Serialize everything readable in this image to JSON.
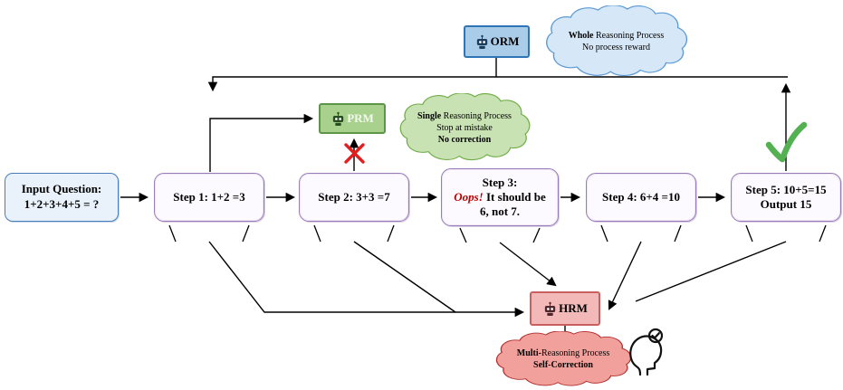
{
  "colors": {
    "orm_blue": "#2e75b6",
    "orm_fill": "#a9cde9",
    "cloud_blue_fill": "#d6e7f7",
    "cloud_blue_stroke": "#5b9bd5",
    "prm_green": "#5d9648",
    "prm_fill": "#a9d18e",
    "cloud_green_fill": "#c9e2b4",
    "cloud_green_stroke": "#70ad47",
    "hrm_red": "#c9605f",
    "hrm_fill": "#f3b9b9",
    "cloud_pink_fill": "#f2a09b",
    "cloud_pink_stroke": "#b23230",
    "step_purple": "#9a7cb8",
    "input_blue": "#4a7ebb",
    "error_red": "#e31e1e",
    "check_green": "#53b152",
    "connector_black": "#000000"
  },
  "icons": {
    "orm": "robot-icon",
    "prm": "robot-icon",
    "hrm": "robot-icon",
    "success": "checkmark-icon",
    "error": "x-mark-icon",
    "thinking": "thinking-head-icon"
  },
  "input_box": {
    "title": "Input Question:",
    "expression": "1+2+3+4+5 = ?"
  },
  "steps": {
    "step1": "Step 1: 1+2 =3",
    "step2": "Step 2: 3+3 =7",
    "step3": {
      "title": "Step 3:",
      "oops": "Oops!",
      "after_oops": " It should be",
      "line2": "6, not 7."
    },
    "step4": "Step 4: 6+4 =10",
    "step5": {
      "line1": "Step 5: 10+5=15",
      "line2": "Output 15"
    }
  },
  "models": {
    "orm": {
      "label": "ORM"
    },
    "prm": {
      "label": "PRM"
    },
    "hrm": {
      "label": "HRM"
    }
  },
  "clouds": {
    "orm": {
      "line1_bold": "Whole",
      "line1_rest": " Reasoning Process",
      "line2": "No process reward"
    },
    "prm": {
      "line1_bold": "Single",
      "line1_rest": " Reasoning Process",
      "line2": "Stop at mistake",
      "line3": "No correction"
    },
    "hrm": {
      "line1_bold": "Multi-",
      "line1_rest": "Reasoning Process",
      "line2": "Self-Correction"
    }
  }
}
